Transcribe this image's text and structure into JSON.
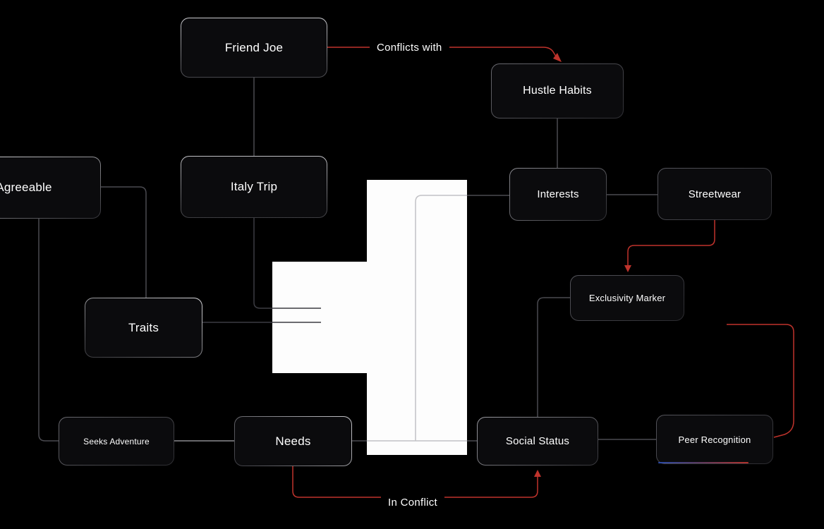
{
  "diagram": {
    "kind": "mind-map",
    "background": "#000000"
  },
  "nodes": [
    {
      "id": "friend-joe",
      "label": "Friend Joe"
    },
    {
      "id": "hustle-habits",
      "label": "Hustle Habits"
    },
    {
      "id": "agreeable",
      "label": "Agreeable"
    },
    {
      "id": "italy-trip",
      "label": "Italy Trip"
    },
    {
      "id": "interests",
      "label": "Interests"
    },
    {
      "id": "streetwear",
      "label": "Streetwear"
    },
    {
      "id": "exclusivity-marker",
      "label": "Exclusivity Marker"
    },
    {
      "id": "traits",
      "label": "Traits"
    },
    {
      "id": "seeks-adventure",
      "label": "Seeks Adventure"
    },
    {
      "id": "needs",
      "label": "Needs"
    },
    {
      "id": "social-status",
      "label": "Social Status"
    },
    {
      "id": "peer-recognition",
      "label": "Peer Recognition"
    }
  ],
  "edge_labels": {
    "conflicts_with": "Conflicts with",
    "in_conflict": "In Conflict"
  },
  "colors": {
    "background": "#000000",
    "edge": "#4a4a50",
    "edge_over_white": "#c2c2c6",
    "conflict_red": "#bf332c",
    "node_fill": "#0b0b0d",
    "text": "#ffffff"
  }
}
